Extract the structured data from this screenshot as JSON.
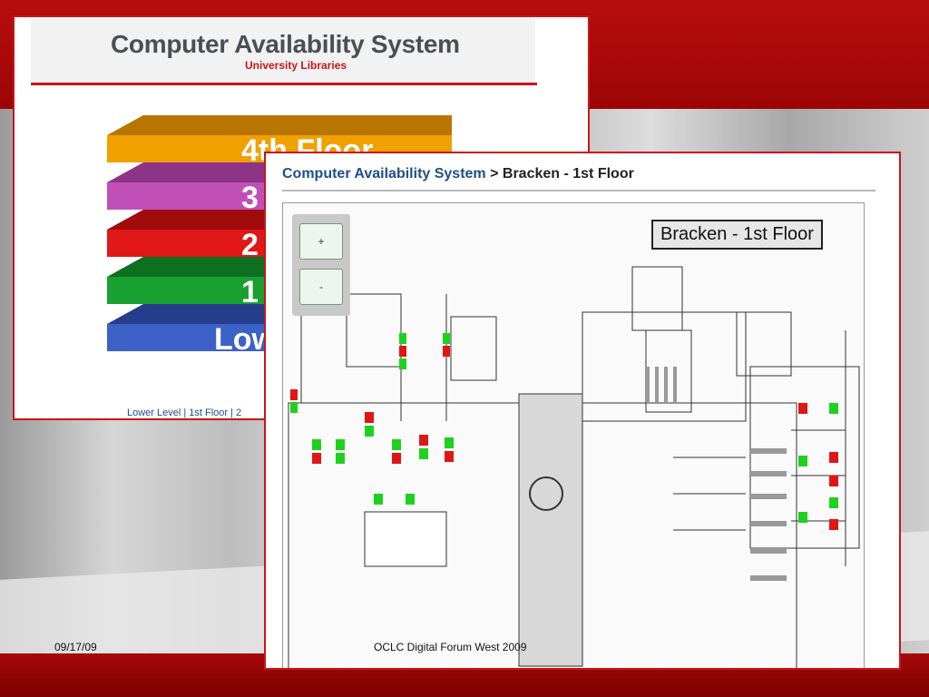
{
  "slide1": {
    "title": "Computer Availability System",
    "subtitle": "University Libraries",
    "floors": [
      {
        "label": "4th Floor",
        "color": "#f0a000"
      },
      {
        "label": "3",
        "color": "#c050b8"
      },
      {
        "label": "2",
        "color": "#e01818"
      },
      {
        "label": "1",
        "color": "#18a030"
      },
      {
        "label": "Lower",
        "color": "#3c62c8"
      }
    ],
    "links": "Lower Level | 1st Floor | 2"
  },
  "slide2": {
    "breadcrumb_link": "Computer Availability System",
    "breadcrumb_rest": " > Bracken - 1st Floor",
    "map_title": "Bracken - 1st Floor",
    "zoom_in_label": "+",
    "zoom_out_label": "-",
    "status_colors": {
      "available": "#1fd11f",
      "in_use": "#e01616"
    }
  },
  "footer": {
    "date": "09/17/09",
    "conference": "OCLC Digital Forum West 2009"
  }
}
